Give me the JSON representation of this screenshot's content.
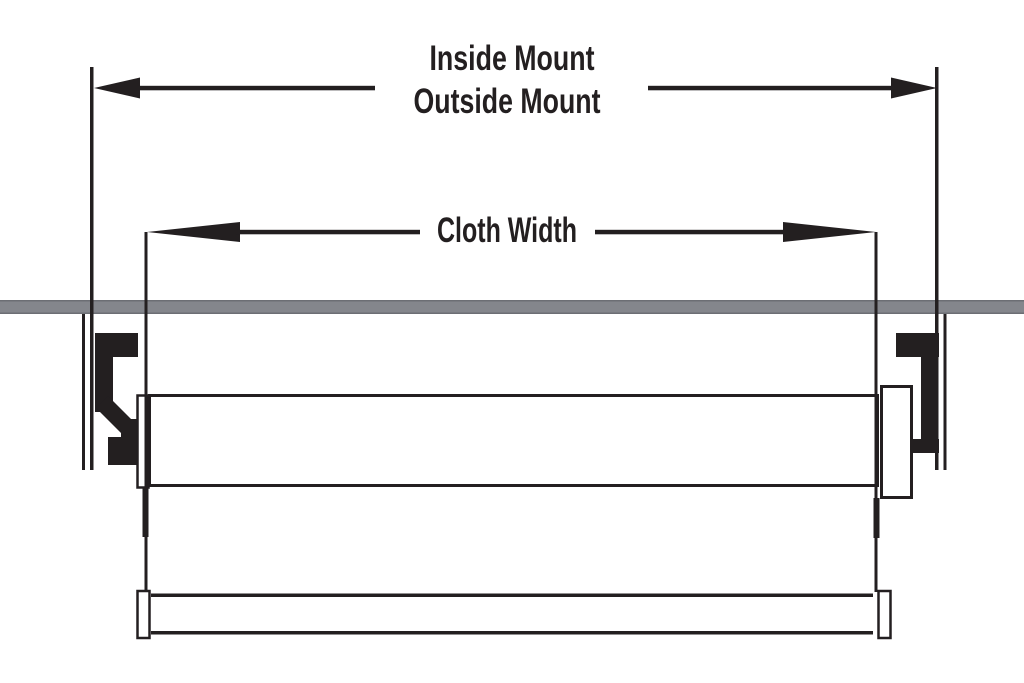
{
  "diagram": {
    "labels": {
      "mount_line1": "Inside Mount",
      "mount_line2": "Outside Mount",
      "cloth_width": "Cloth Width"
    },
    "colors": {
      "ink": "#231f20",
      "surface_bar": "#84868c",
      "surface_bar_edge": "#6c6e74",
      "background": "#ffffff"
    }
  }
}
